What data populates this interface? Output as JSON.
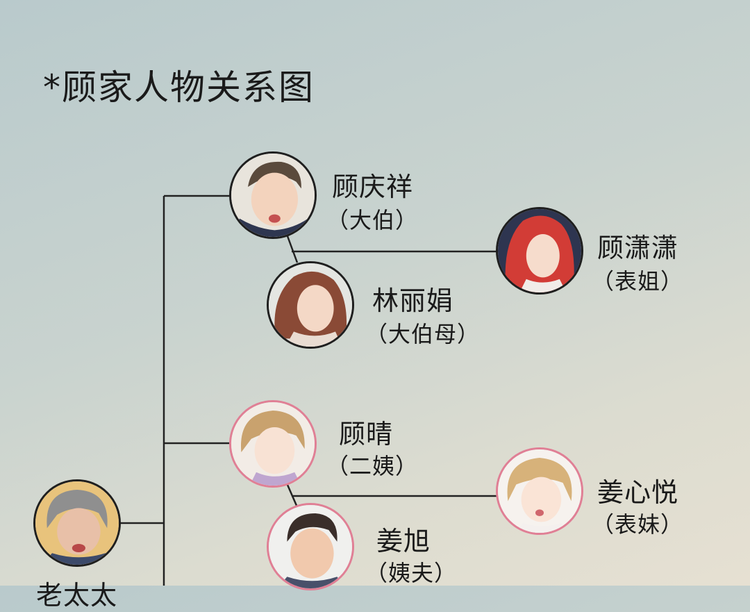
{
  "title": "*顾家人物关系图",
  "people": {
    "gu_qingxiang": {
      "name": "顾庆祥",
      "role": "（大伯）"
    },
    "lin_lijuan": {
      "name": "林丽娟",
      "role": "（大伯母）"
    },
    "gu_xiaoxiao": {
      "name": "顾潇潇",
      "role": "（表姐）"
    },
    "gu_qing": {
      "name": "顾晴",
      "role": "（二姨）"
    },
    "jiang_xu": {
      "name": "姜旭",
      "role": "（姨夫）"
    },
    "jiang_xinyue": {
      "name": "姜心悦",
      "role": "（表妹）"
    },
    "grandma": {
      "name": "老太太",
      "role": ""
    }
  },
  "colors": {
    "line": "#222222",
    "border_dark": "#1f1f1f",
    "border_pink": "#e07f95"
  }
}
